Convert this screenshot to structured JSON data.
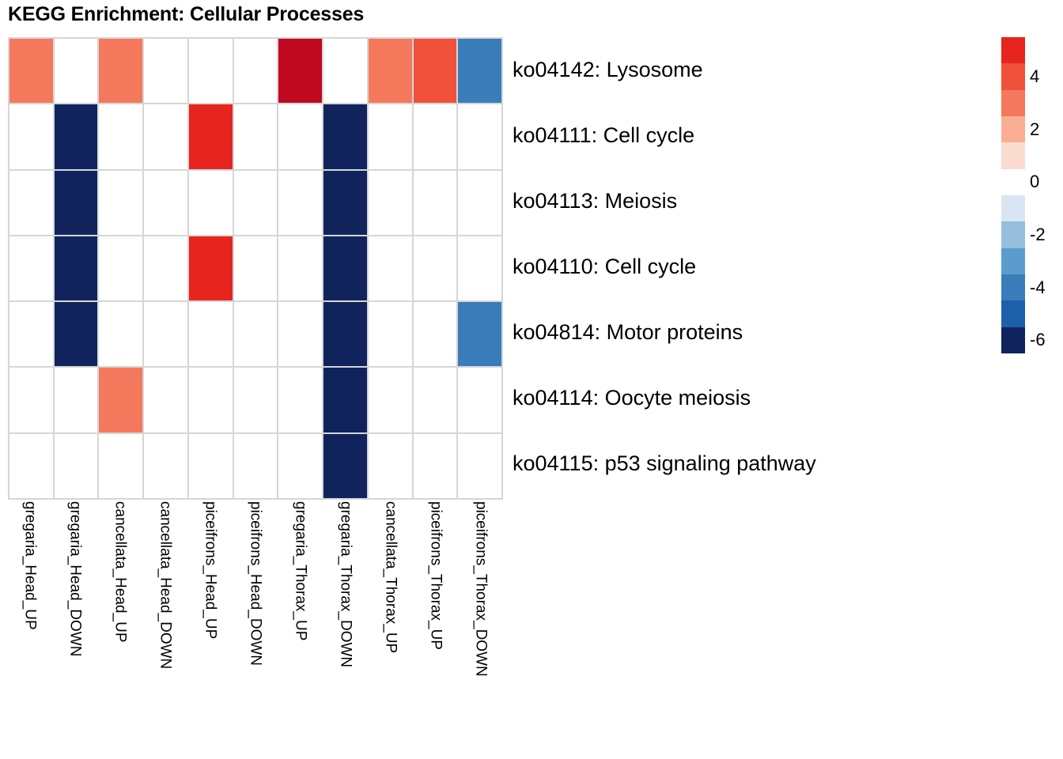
{
  "title": "KEGG Enrichment: Cellular Processes",
  "chart_data": {
    "type": "heatmap",
    "title": "KEGG Enrichment: Cellular Processes",
    "xlabel": "",
    "ylabel": "",
    "grid": true,
    "legend_position": "right",
    "colorbar": {
      "label": "",
      "range": [
        -7,
        5
      ],
      "tick_labels": [
        "4",
        "2",
        "0",
        "-2",
        "-4",
        "-6"
      ],
      "tick_values": [
        4,
        2,
        0,
        -2,
        -4,
        -6
      ],
      "swatches": [
        {
          "value": 5,
          "color": "#e8241f"
        },
        {
          "value": 4,
          "color": "#f1503a"
        },
        {
          "value": 3,
          "color": "#f4795c"
        },
        {
          "value": 2,
          "color": "#f9ae94"
        },
        {
          "value": 1,
          "color": "#fbdccf"
        },
        {
          "value": 0,
          "color": "#ffffff"
        },
        {
          "value": -1,
          "color": "#d9e5f3"
        },
        {
          "value": -2,
          "color": "#96bedd"
        },
        {
          "value": -3,
          "color": "#5b9bcd"
        },
        {
          "value": -4,
          "color": "#3a7dba"
        },
        {
          "value": -5,
          "color": "#1c60ab"
        },
        {
          "value": -6,
          "color": "#10235c"
        }
      ]
    },
    "columns": [
      "gregaria_Head_UP",
      "gregaria_Head_DOWN",
      "cancellata_Head_UP",
      "cancellata_Head_DOWN",
      "piceifrons_Head_UP",
      "piceifrons_Head_DOWN",
      "gregaria_Thorax_UP",
      "gregaria_Thorax_DOWN",
      "cancellata_Thorax_UP",
      "piceifrons_Thorax_UP",
      "piceifrons_Thorax_DOWN"
    ],
    "rows": [
      "ko04142: Lysosome",
      "ko04111: Cell cycle",
      "ko04113: Meiosis",
      "ko04110: Cell cycle",
      "ko04814: Motor proteins",
      "ko04114: Oocyte meiosis",
      "ko04115: p53 signaling pathway"
    ],
    "values": [
      [
        3,
        0,
        3,
        0,
        0,
        0,
        6,
        0,
        3,
        4,
        -4
      ],
      [
        0,
        -6,
        0,
        0,
        5,
        0,
        0,
        -6,
        0,
        0,
        0
      ],
      [
        0,
        -6,
        0,
        0,
        0,
        0,
        0,
        -6,
        0,
        0,
        0
      ],
      [
        0,
        -6,
        0,
        0,
        5,
        0,
        0,
        -6,
        0,
        0,
        0
      ],
      [
        0,
        -6,
        0,
        0,
        0,
        0,
        0,
        -6,
        0,
        0,
        -4
      ],
      [
        0,
        0,
        3,
        0,
        0,
        0,
        0,
        -6,
        0,
        0,
        0
      ],
      [
        0,
        0,
        0,
        0,
        0,
        0,
        0,
        -6,
        0,
        0,
        0
      ]
    ],
    "cell_colors": [
      [
        "#f4795c",
        "#ffffff",
        "#f4795c",
        "#ffffff",
        "#ffffff",
        "#ffffff",
        "#bf0a21",
        "#ffffff",
        "#f4795c",
        "#f1503a",
        "#3a7dba"
      ],
      [
        "#ffffff",
        "#10235c",
        "#ffffff",
        "#ffffff",
        "#e8241f",
        "#ffffff",
        "#ffffff",
        "#10235c",
        "#ffffff",
        "#ffffff",
        "#ffffff"
      ],
      [
        "#ffffff",
        "#10235c",
        "#ffffff",
        "#ffffff",
        "#ffffff",
        "#ffffff",
        "#ffffff",
        "#10235c",
        "#ffffff",
        "#ffffff",
        "#ffffff"
      ],
      [
        "#ffffff",
        "#10235c",
        "#ffffff",
        "#ffffff",
        "#e8241f",
        "#ffffff",
        "#ffffff",
        "#10235c",
        "#ffffff",
        "#ffffff",
        "#ffffff"
      ],
      [
        "#ffffff",
        "#10235c",
        "#ffffff",
        "#ffffff",
        "#ffffff",
        "#ffffff",
        "#ffffff",
        "#10235c",
        "#ffffff",
        "#ffffff",
        "#3a7dba"
      ],
      [
        "#ffffff",
        "#ffffff",
        "#f4795c",
        "#ffffff",
        "#ffffff",
        "#ffffff",
        "#ffffff",
        "#10235c",
        "#ffffff",
        "#ffffff",
        "#ffffff"
      ],
      [
        "#ffffff",
        "#ffffff",
        "#ffffff",
        "#ffffff",
        "#ffffff",
        "#ffffff",
        "#ffffff",
        "#10235c",
        "#ffffff",
        "#ffffff",
        "#ffffff"
      ]
    ]
  }
}
